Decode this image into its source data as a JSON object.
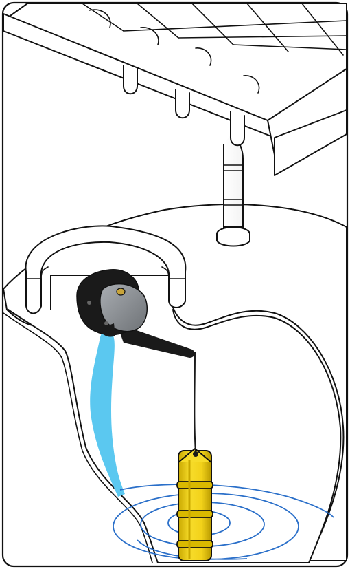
{
  "illustration": {
    "subject": "cistern-with-gutter-downspout-and-float-valve",
    "colors": {
      "outline": "#111111",
      "background": "#ffffff",
      "water_stream": "#5bc8f0",
      "water_ripples": "#2a6fc9",
      "float_body": "#f2d21a",
      "float_shadow": "#c9a800",
      "valve_body": "#1a1a1a",
      "valve_housing": "#8c8f93",
      "valve_cap": "#c8a43a"
    },
    "icons": [
      "rain-gutter",
      "downspout",
      "cistern-opening",
      "float-valve",
      "float-switch",
      "water-stream",
      "water-ripples"
    ]
  }
}
